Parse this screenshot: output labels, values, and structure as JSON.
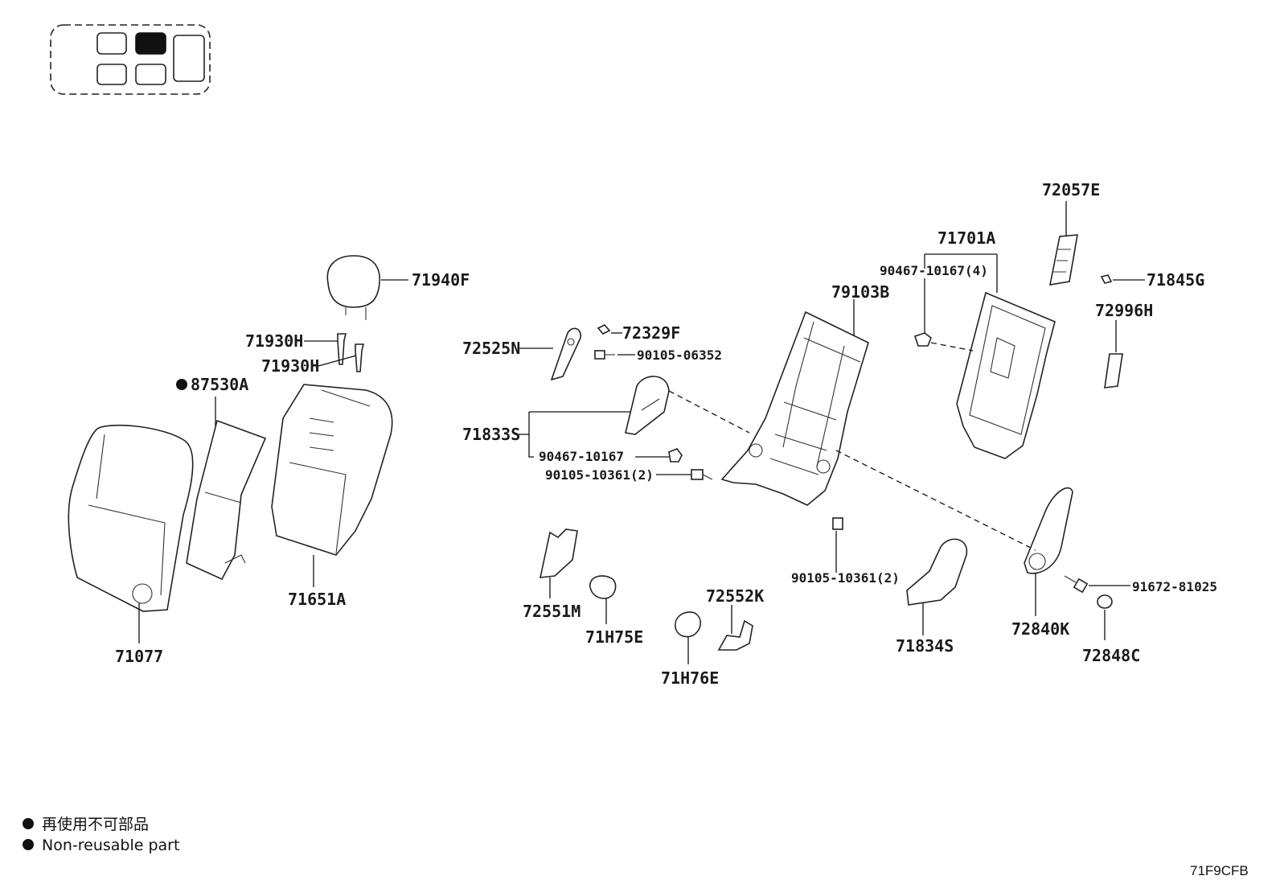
{
  "diagram_code": "71F9CFB",
  "legend": {
    "bullet": "●",
    "line_jp": "再使用不可部品",
    "line_en": "Non-reusable part"
  },
  "seat_locator": {
    "highlighted_position": "front row, center-right seat"
  },
  "labels": {
    "p71940F": "71940F",
    "p71930H_a": "71930H",
    "p71930H_b": "71930H",
    "p87530A": "87530A",
    "p71651A": "71651A",
    "p71077": "71077",
    "p72525N": "72525N",
    "p72329F": "72329F",
    "p90105_06352": "90105-06352",
    "p71833S": "71833S",
    "p90467_10167": "90467-10167",
    "p90105_10361_2a": "90105-10361(2)",
    "p72551M": "72551M",
    "p71H75E": "71H75E",
    "p72552K": "72552K",
    "p71H76E": "71H76E",
    "p79103B": "79103B",
    "p90105_10361_2b": "90105-10361(2)",
    "p71834S": "71834S",
    "p71701A": "71701A",
    "p90467_10167_4": "90467-10167(4)",
    "p72057E": "72057E",
    "p71845G": "71845G",
    "p72996H": "72996H",
    "p72840K": "72840K",
    "p91672_81025": "91672-81025",
    "p72848C": "72848C"
  }
}
